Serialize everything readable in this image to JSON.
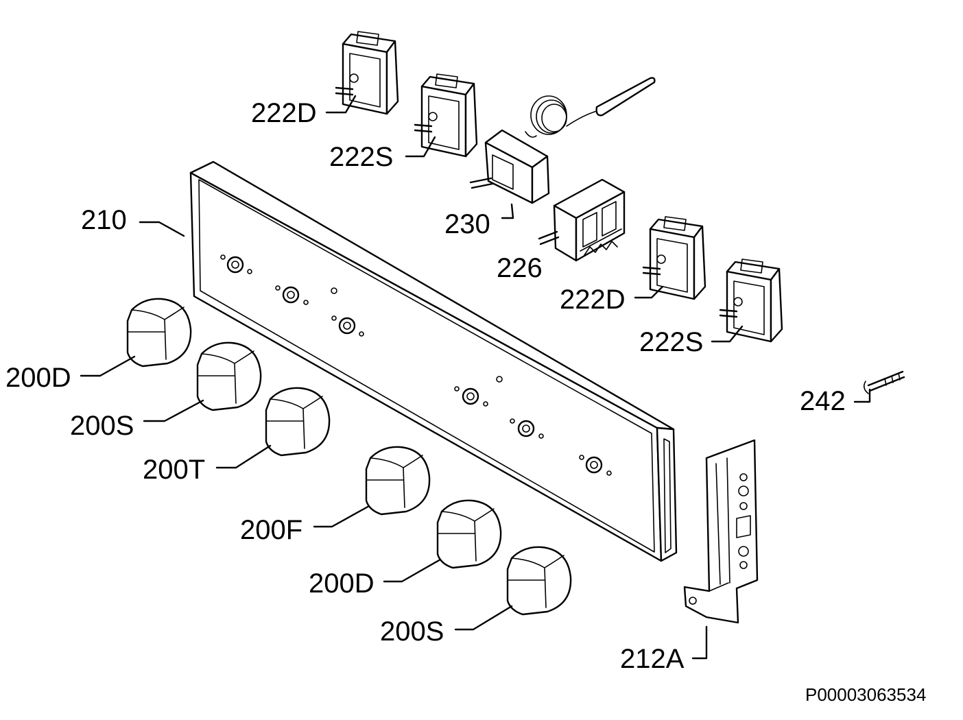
{
  "labels": {
    "l_222D_top": "222D",
    "l_222S_top": "222S",
    "l_230": "230",
    "l_210": "210",
    "l_226": "226",
    "l_222D_right": "222D",
    "l_222S_right": "222S",
    "l_200D_1": "200D",
    "l_200S_1": "200S",
    "l_200T": "200T",
    "l_200F": "200F",
    "l_200D_2": "200D",
    "l_200S_2": "200S",
    "l_242": "242",
    "l_212A": "212A"
  },
  "drawing_code": "P00003063534"
}
